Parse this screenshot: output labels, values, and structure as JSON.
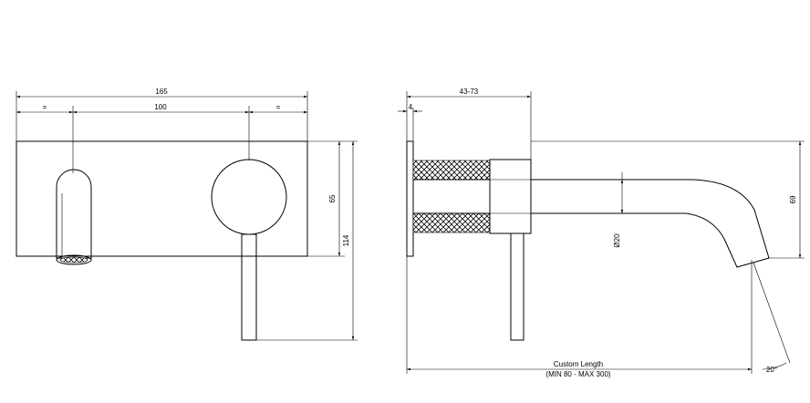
{
  "front_view": {
    "overall_width": "165",
    "center_spacing": "100",
    "equal_left": "=",
    "equal_right": "=",
    "plate_height": "65",
    "lever_height": "114"
  },
  "side_view": {
    "projection_range": "43-73",
    "plate_thickness": "4",
    "spout_diameter": "Ø20",
    "spout_height": "69",
    "custom_length_label": "Custom Length",
    "custom_length_range": "(MIN 80 - MAX 300)",
    "angle": "20°"
  }
}
